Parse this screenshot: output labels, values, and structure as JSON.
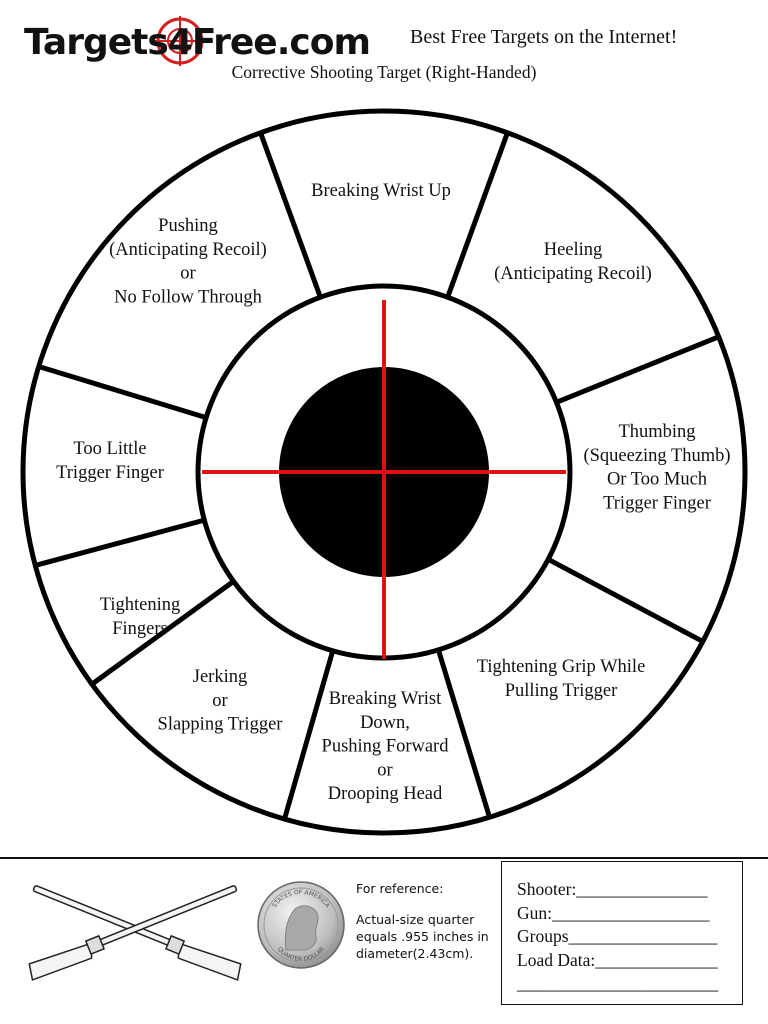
{
  "header": {
    "logo_text": "Targets4Free.com",
    "tagline": "Best Free Targets on the Internet!",
    "title": "Corrective Shooting Target (Right-Handed)"
  },
  "target": {
    "segments": [
      {
        "id": "breaking-wrist-up",
        "lines": [
          "Breaking Wrist Up"
        ]
      },
      {
        "id": "heeling",
        "lines": [
          "Heeling",
          "(Anticipating Recoil)"
        ]
      },
      {
        "id": "thumbing",
        "lines": [
          "Thumbing",
          "(Squeezing Thumb)",
          "Or Too Much",
          "Trigger Finger"
        ]
      },
      {
        "id": "tightening-grip",
        "lines": [
          "Tightening Grip While",
          "Pulling Trigger"
        ]
      },
      {
        "id": "breaking-wrist-down",
        "lines": [
          "Breaking Wrist",
          "Down,",
          "Pushing Forward",
          "or",
          "Drooping Head"
        ]
      },
      {
        "id": "jerking",
        "lines": [
          "Jerking",
          "or",
          "Slapping Trigger"
        ]
      },
      {
        "id": "tightening-fingers",
        "lines": [
          "Tightening",
          "Fingers"
        ]
      },
      {
        "id": "too-little-trigger-finger",
        "lines": [
          "Too Little",
          "Trigger Finger"
        ]
      },
      {
        "id": "pushing",
        "lines": [
          "Pushing",
          "(Anticipating Recoil)",
          "or",
          "No Follow Through"
        ]
      }
    ],
    "bullseye_color": "#000000",
    "crosshair_color": "#e01010"
  },
  "reference": {
    "heading": "For reference:",
    "note": "Actual-size quarter equals .955 inches in diameter(2.43cm).",
    "coin_text_top": "STATES OF AMERICA",
    "coin_text_bottom": "QUARTER DOLLAR"
  },
  "log": {
    "shooter": "Shooter:_______________",
    "gun": "Gun:__________________",
    "groups": "Groups_________________",
    "load_data": "Load Data:______________",
    "extra_line": "_______________________"
  }
}
